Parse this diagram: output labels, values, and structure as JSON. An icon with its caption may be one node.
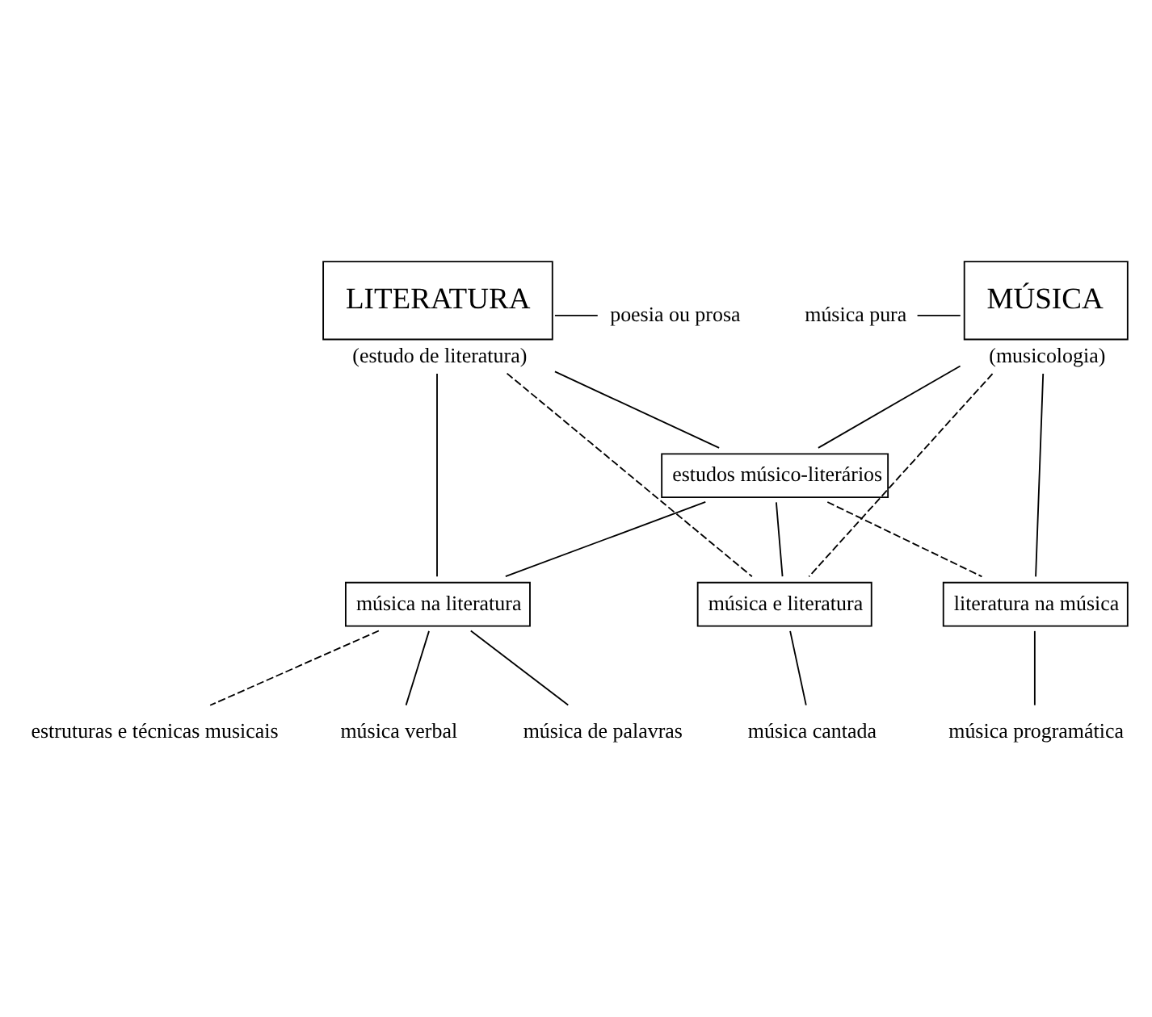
{
  "diagram": {
    "nodes": [
      {
        "text": [
          "MÚSICA"
        ],
        "beside": [
          "(musicologia)"
        ]
      },
      {
        "text": [
          "música pura"
        ]
      },
      {
        "text": [
          "LITERATURA"
        ],
        "beside": [
          "(estudo de literatura)"
        ]
      },
      {
        "text": [
          "poesia ou prosa"
        ]
      },
      {
        "text": [
          "estudos músico-literários"
        ]
      },
      {
        "text": [
          "literatura na música"
        ]
      },
      {
        "text": [
          "música e literatura"
        ]
      },
      {
        "text": [
          "música na literatura"
        ]
      },
      {
        "text": [
          "música programática"
        ]
      },
      {
        "text": [
          "música cantada"
        ]
      },
      {
        "text": [
          "música de palavras"
        ]
      },
      {
        "text": [
          "estruturas e técnicas musicais"
        ]
      },
      {
        "text": [
          "música verbal"
        ]
      }
    ],
    "edges": [
      {
        "from": 1,
        "to": 0,
        "arrow": "none"
      },
      {
        "from": 2,
        "to": 3,
        "arrow": "none"
      },
      {
        "from": 0,
        "to": 4,
        "arrow": "none"
      },
      {
        "from": 2,
        "to": 4,
        "arrow": "none"
      },
      {
        "from": 0,
        "to": 5,
        "arrow": "none"
      },
      {
        "from": 0,
        "to": 6,
        "arrow": "none",
        "style": "dashed"
      },
      {
        "from": 2,
        "to": 6,
        "arrow": "none",
        "style": "dashed"
      },
      {
        "from": 2,
        "to": 7,
        "arrow": "none"
      },
      {
        "from": 4,
        "to": 5,
        "arrow": "none",
        "style": "dashed"
      },
      {
        "from": 4,
        "to": 6,
        "arrow": "none"
      },
      {
        "from": 4,
        "to": 7,
        "arrow": "none"
      },
      {
        "from": 5,
        "to": 8,
        "arrow": "none"
      },
      {
        "from": 6,
        "to": 9,
        "arrow": "none"
      },
      {
        "from": 7,
        "to": 10,
        "arrow": "none"
      },
      {
        "from": 7,
        "to": 11,
        "arrow": "none",
        "style": "dashed"
      },
      {
        "from": 7,
        "to": 12,
        "arrow": "none"
      }
    ]
  }
}
